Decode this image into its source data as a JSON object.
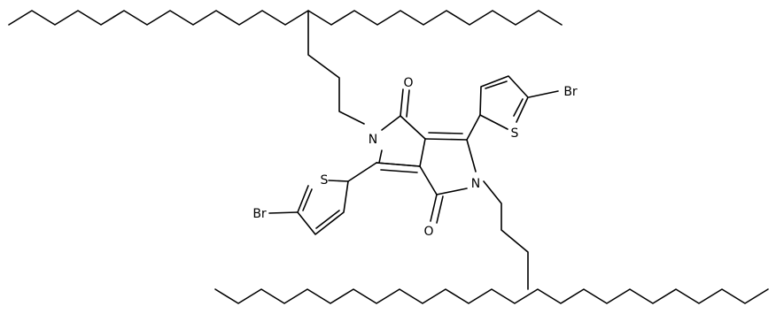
{
  "molecule": {
    "atom_labels": {
      "o_top": "O",
      "o_bottom": "O",
      "n_left": "N",
      "n_right": "N",
      "s_right": "S",
      "s_left": "S",
      "br_right": "Br",
      "br_left": "Br"
    }
  }
}
